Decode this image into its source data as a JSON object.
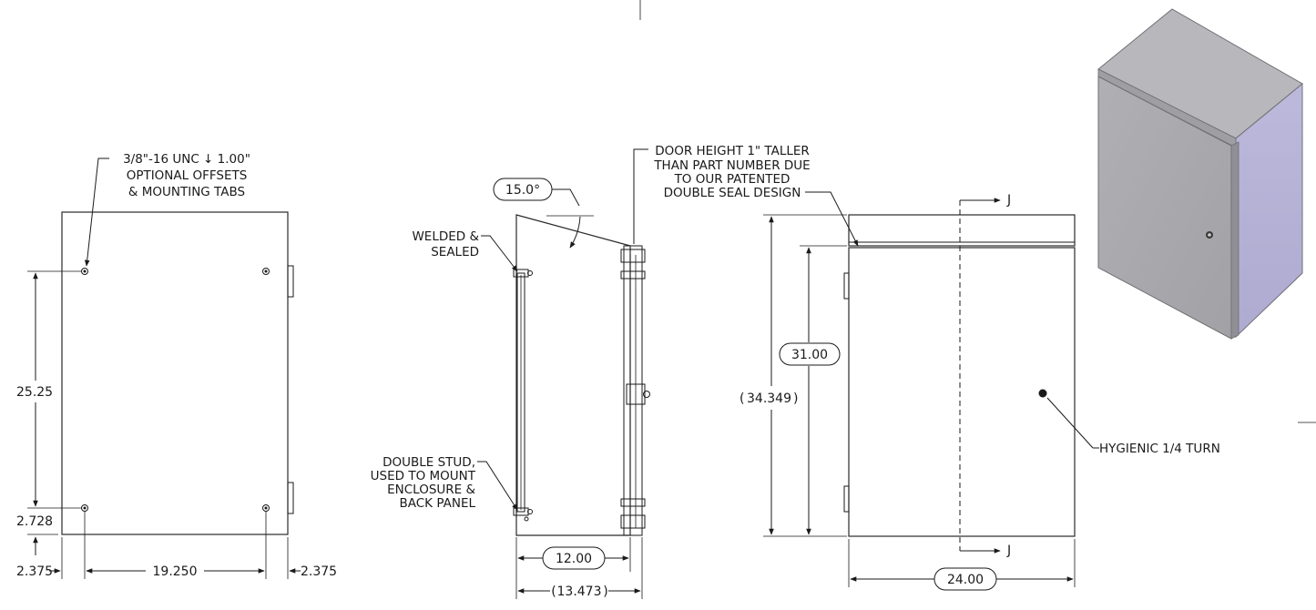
{
  "back_view": {
    "note": [
      "3/8\"-16 UNC ↓ 1.00\"",
      "OPTIONAL OFFSETS",
      "& MOUNTING TABS"
    ],
    "dim_height": "25.25",
    "dim_bottom": "2.728",
    "dim_left": "2.375",
    "dim_width": "19.250",
    "dim_right": "2.375"
  },
  "side_view": {
    "angle": "15.0°",
    "welded_note": [
      "WELDED &",
      "SEALED"
    ],
    "stud_note": [
      "DOUBLE STUD,",
      "USED TO MOUNT",
      "ENCLOSURE &",
      "BACK PANEL"
    ],
    "dim_depth": "12.00",
    "dim_overall": "13.473"
  },
  "front_view": {
    "door_note": [
      "DOOR HEIGHT 1\" TALLER",
      "THAN PART NUMBER DUE",
      "TO OUR PATENTED",
      "DOUBLE SEAL DESIGN"
    ],
    "dim_height": "31.00",
    "dim_overall": "34.349",
    "dim_width": "24.00",
    "section_label": "J",
    "latch_note": "HYGIENIC 1/4 TURN"
  },
  "colors": {
    "line": "#1a1a1a",
    "iso_top": "#b4b4b9",
    "iso_front": "#a9a9ad",
    "iso_side": "#b8b4d8"
  }
}
